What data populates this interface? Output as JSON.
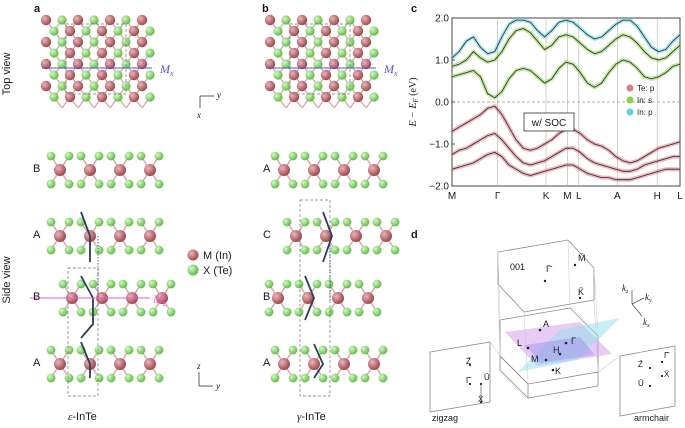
{
  "panel_labels": {
    "a": "a",
    "b": "b",
    "c": "c",
    "d": "d"
  },
  "side_labels": {
    "top_view": "Top view",
    "side_view": "Side view"
  },
  "mirror_labels": {
    "mx": "M",
    "mx_sub": "x",
    "mz": "M",
    "mz_sub": "z"
  },
  "axes_top": {
    "y": "y",
    "x": "x"
  },
  "axes_side": {
    "z": "z",
    "y": "y"
  },
  "stacking_a": [
    "B",
    "A",
    "B",
    "A"
  ],
  "stacking_b": [
    "A",
    "C",
    "B",
    "A"
  ],
  "colors": {
    "in_atom": "#b85a60",
    "te_atom": "#7fd46a",
    "bond": "#d8a9aa",
    "mx_line": "#5a4fcf",
    "mz_line": "#e85bd3",
    "stack_blue": "#4a6fa0",
    "stack_grey": "#808080"
  },
  "legend_atoms": {
    "m": "M (In)",
    "x": "X (Te)"
  },
  "names": {
    "eps_sym": "ε",
    "eps_rest": "-InTe",
    "gam_sym": "γ",
    "gam_rest": "-InTe"
  },
  "chart_data": {
    "type": "line",
    "title": "",
    "ylabel": "E − E",
    "ylabel_sub": "F",
    "ylabel_unit": " (eV)",
    "ylim": [
      -2.0,
      2.0
    ],
    "yticks": [
      "2.0",
      "1.0",
      "0.0",
      "−1.0",
      "−2.0"
    ],
    "xticks": [
      "M",
      "Γ",
      "K",
      "M",
      "L",
      "A",
      "H",
      "L"
    ],
    "annotation": "w/ SOC",
    "legend": [
      {
        "name": "Te: p",
        "color": "#e07a86"
      },
      {
        "name": "In: s",
        "color": "#8ad34d"
      },
      {
        "name": "In: p",
        "color": "#5fd3e0"
      }
    ],
    "x": [
      0,
      0.5,
      1,
      1.5,
      2,
      2.5,
      3,
      3.5,
      4,
      4.5,
      5,
      5.5,
      6,
      6.5,
      7,
      7.5,
      8,
      8.5,
      9,
      9.5,
      10,
      10.5,
      11,
      11.5,
      12,
      12.5,
      13,
      13.5,
      14,
      14.5,
      15,
      15.5,
      16
    ],
    "series": [
      {
        "values": [
          1.05,
          1.2,
          1.45,
          1.55,
          1.3,
          1.15,
          1.2,
          1.55,
          1.85,
          1.95,
          1.95,
          1.9,
          1.7,
          1.55,
          1.7,
          1.9,
          1.95,
          1.9,
          1.75,
          1.6,
          1.5,
          1.55,
          1.7,
          1.85,
          1.95,
          1.95,
          1.8,
          1.55,
          1.3,
          1.2,
          1.25,
          1.45,
          1.6
        ],
        "color": "#5fd3e0"
      },
      {
        "values": [
          0.85,
          0.9,
          1.0,
          1.2,
          1.05,
          0.95,
          1.0,
          1.2,
          1.5,
          1.7,
          1.75,
          1.65,
          1.45,
          1.25,
          1.35,
          1.55,
          1.6,
          1.55,
          1.4,
          1.25,
          1.15,
          1.2,
          1.35,
          1.5,
          1.6,
          1.55,
          1.4,
          1.2,
          1.05,
          1.0,
          1.05,
          1.2,
          1.35
        ],
        "color": "#8ad34d"
      },
      {
        "values": [
          0.6,
          0.65,
          0.7,
          0.75,
          0.6,
          0.2,
          0.1,
          0.25,
          0.55,
          0.75,
          0.8,
          0.75,
          0.6,
          0.45,
          0.55,
          0.8,
          0.95,
          0.9,
          0.7,
          0.45,
          0.35,
          0.45,
          0.7,
          0.9,
          1.0,
          0.95,
          0.8,
          0.6,
          0.55,
          0.6,
          0.7,
          0.85,
          0.9
        ],
        "color": "#8ad34d"
      },
      {
        "values": [
          -0.7,
          -0.6,
          -0.5,
          -0.4,
          -0.3,
          -0.15,
          -0.1,
          -0.3,
          -0.6,
          -0.9,
          -1.1,
          -1.15,
          -1.1,
          -1.0,
          -0.9,
          -0.75,
          -0.65,
          -0.65,
          -0.75,
          -0.9,
          -1.0,
          -1.05,
          -1.15,
          -1.3,
          -1.4,
          -1.45,
          -1.4,
          -1.3,
          -1.2,
          -1.1,
          -1.05,
          -1.0,
          -0.95
        ],
        "color": "#e07a86"
      },
      {
        "values": [
          -1.25,
          -1.15,
          -1.1,
          -1.0,
          -0.9,
          -0.8,
          -0.75,
          -0.9,
          -1.1,
          -1.3,
          -1.45,
          -1.5,
          -1.45,
          -1.4,
          -1.3,
          -1.2,
          -1.1,
          -1.1,
          -1.2,
          -1.35,
          -1.45,
          -1.5,
          -1.55,
          -1.6,
          -1.65,
          -1.65,
          -1.6,
          -1.5,
          -1.45,
          -1.4,
          -1.35,
          -1.3,
          -1.3
        ],
        "color": "#e07a86"
      },
      {
        "values": [
          -1.6,
          -1.55,
          -1.5,
          -1.45,
          -1.35,
          -1.25,
          -1.2,
          -1.3,
          -1.5,
          -1.6,
          -1.7,
          -1.75,
          -1.7,
          -1.65,
          -1.6,
          -1.55,
          -1.5,
          -1.5,
          -1.6,
          -1.7,
          -1.75,
          -1.8,
          -1.8,
          -1.85,
          -1.85,
          -1.85,
          -1.8,
          -1.75,
          -1.7,
          -1.65,
          -1.6,
          -1.6,
          -1.6
        ],
        "color": "#e07a86"
      }
    ]
  },
  "bz": {
    "surface": "001",
    "top_points": [
      "Γ̄",
      "M̄",
      "K̄"
    ],
    "bulk_points": [
      "A",
      "L",
      "M",
      "H",
      "Γ",
      "K"
    ],
    "left_face": {
      "label": "zigzag",
      "points": [
        "Z̄",
        "Γ̄",
        "Ū",
        "X̄"
      ]
    },
    "right_face": {
      "label": "armchair",
      "points": [
        "Z̄",
        "Γ̄",
        "Ū",
        "X̄"
      ]
    },
    "axes": [
      "k",
      "k",
      "k"
    ],
    "axes_sub": [
      "z",
      "y",
      "x"
    ]
  }
}
